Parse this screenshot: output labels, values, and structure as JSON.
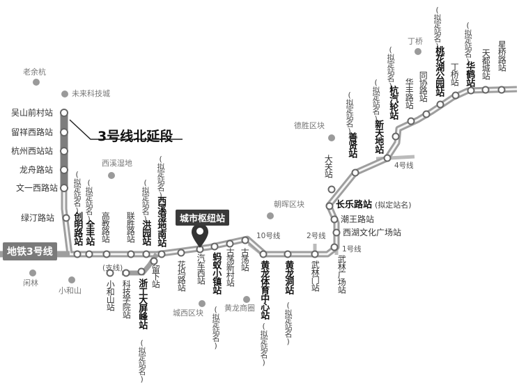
{
  "line_badge": "地铁3号线",
  "extension_title": "3号线北延段",
  "hub_label": "城市枢纽站",
  "other_lines": {
    "line10": "10号线",
    "line2": "2号线",
    "line1": "1号线",
    "line4": "4号线",
    "branch": "(支线)"
  },
  "note_planned": "(拟定站名)",
  "north_ext": {
    "s1": "吴山前村站",
    "s2": "留祥西路站",
    "s3": "杭州西站站",
    "s4": "龙舟路站",
    "s5": "文一西路站"
  },
  "west": {
    "lvding": "绿汀路站",
    "chuangming": "创明路站",
    "quanfeng": "全丰站",
    "gaojiao": "高教路站",
    "liansheng": "联胜路站",
    "hongyuan": "洪园站",
    "xixishidinan": "西溪湿地南站",
    "liuxia": "留下站",
    "huawu": "花坞路站",
    "qichexi": "汽车西站",
    "mayi": "蚂蚁小镇站",
    "gudangxincun": "古荡新村站",
    "gudang": "古荡站",
    "huanglongtiyu": "黄龙体育中心站",
    "huanglongdong": "黄龙洞站",
    "wulinmen": "武林门站",
    "wulinguangchang": "武林广场站"
  },
  "branch": {
    "xiaoheshan": "小和山站",
    "kejixueyuan": "科技学院站",
    "zhedapingfeng": "浙工大屏峰站"
  },
  "east": {
    "xihuwenhua": "西湖文化广场站",
    "chaowang": "潮王路站",
    "changle": "长乐路站",
    "daguan": "大关站",
    "shanxian": "善贤站",
    "xintiandi": "新天地站",
    "hangqilun": "杭汽轮站",
    "huafeng": "华丰路站",
    "tongxie": "同协路站",
    "taohuahu": "桃花湖公园站",
    "dingqiao": "丁桥站",
    "huahe": "华鹤站",
    "tiandu": "天都城站",
    "xingqiao": "星桥路站"
  },
  "places": {
    "laoyuhang": "老余杭",
    "weilai": "未来科技城",
    "xixishidi": "西溪湿地",
    "dingsheng": "德胜区块",
    "zhaohui": "朝晖区块",
    "dingqiao_area": "丁桥",
    "xianlin": "闲林",
    "xiaoheshan_area": "小和山",
    "chengxi": "城西区块",
    "huanglongshangquan": "黄龙商圈"
  }
}
